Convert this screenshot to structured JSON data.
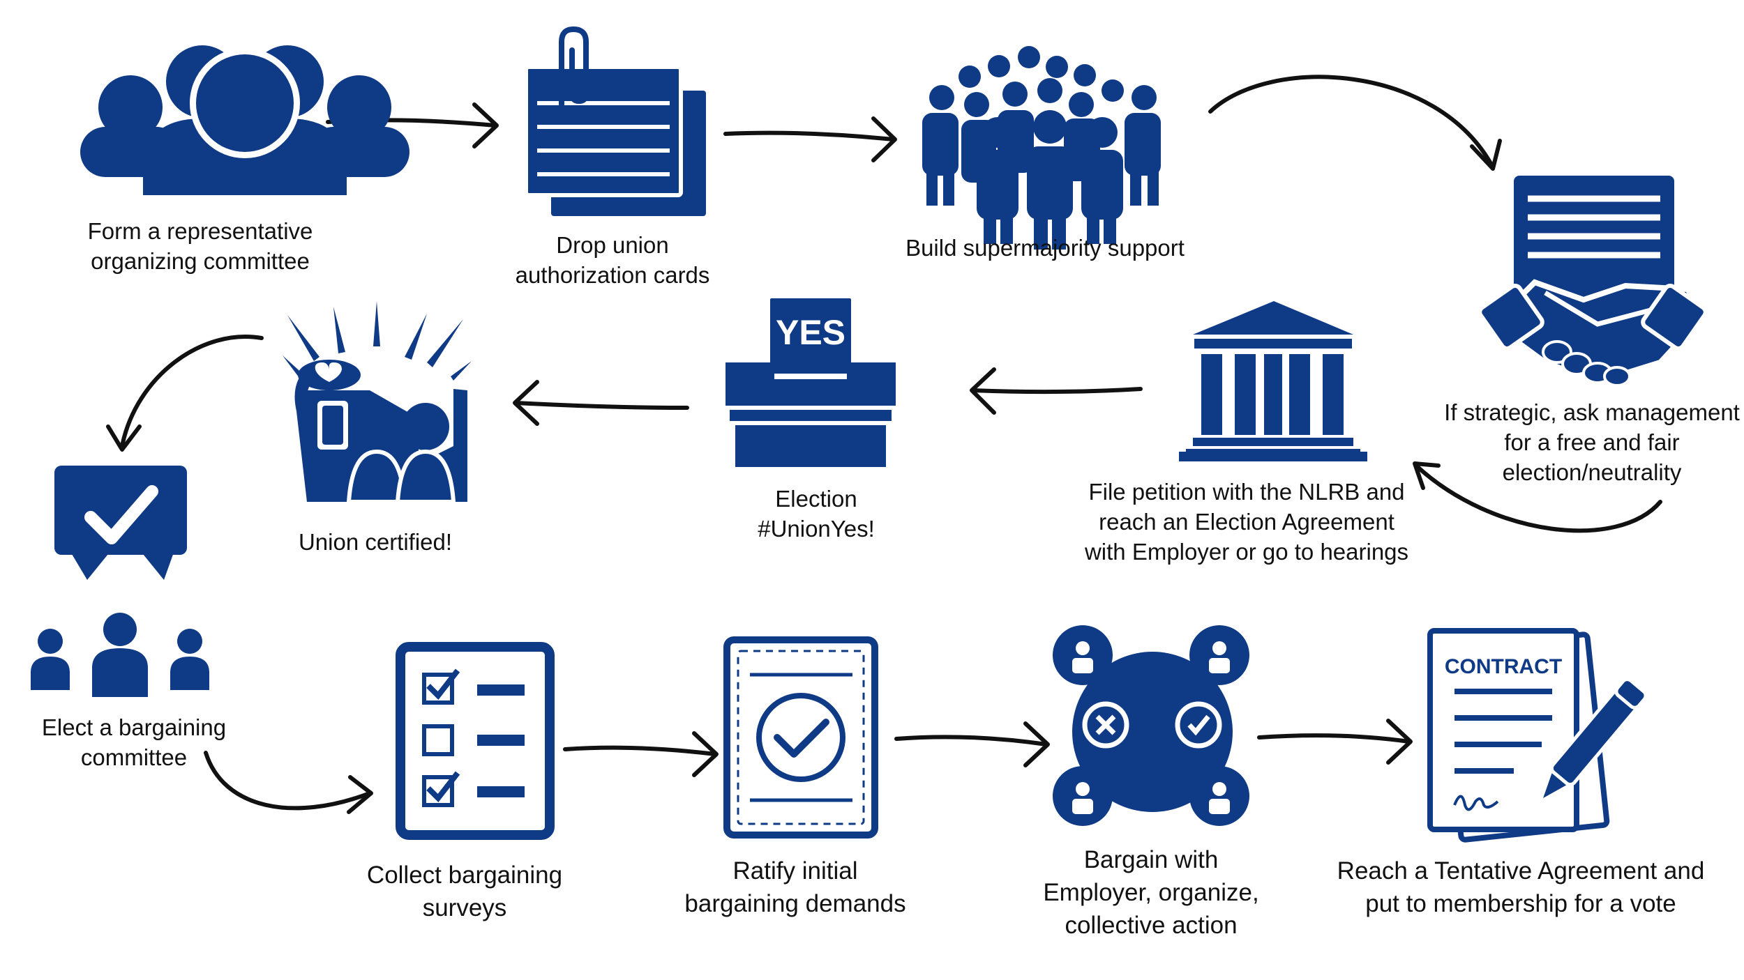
{
  "colors": {
    "icon": "#0f3a86",
    "arrow": "#111111",
    "text": "#111111",
    "background": "#ffffff"
  },
  "steps": [
    {
      "icon": "people-group-icon",
      "lines": [
        "Form a representative",
        "organizing committee"
      ]
    },
    {
      "icon": "authorization-cards-icon",
      "lines": [
        "Drop union",
        "authorization cards"
      ]
    },
    {
      "icon": "crowd-icon",
      "lines": [
        "Build supermajority support"
      ]
    },
    {
      "icon": "handshake-document-icon",
      "lines": [
        "If strategic, ask management",
        "for a free and fair",
        "election/neutrality"
      ]
    },
    {
      "icon": "courthouse-icon",
      "lines": [
        "File petition with the NLRB and",
        "reach an Election Agreement",
        "with Employer or go to hearings"
      ]
    },
    {
      "icon": "ballot-box-icon",
      "ballot_text": "YES",
      "lines": [
        "Election",
        "#UnionYes!"
      ]
    },
    {
      "icon": "celebration-icon",
      "lines": [
        "Union certified!"
      ]
    },
    {
      "icon": "checkmark-speech-bubble-icon",
      "lines": [
        "Elect a bargaining",
        "committee"
      ]
    },
    {
      "icon": "checklist-icon",
      "lines": [
        "Collect bargaining",
        "surveys"
      ]
    },
    {
      "icon": "approved-document-icon",
      "lines": [
        "Ratify initial",
        "bargaining demands"
      ]
    },
    {
      "icon": "negotiation-icon",
      "lines": [
        "Bargain with",
        "Employer, organize,",
        "collective action"
      ]
    },
    {
      "icon": "contract-icon",
      "contract_text": "CONTRACT",
      "lines": [
        "Reach a Tentative Agreement and",
        "put to membership for a vote"
      ]
    }
  ]
}
